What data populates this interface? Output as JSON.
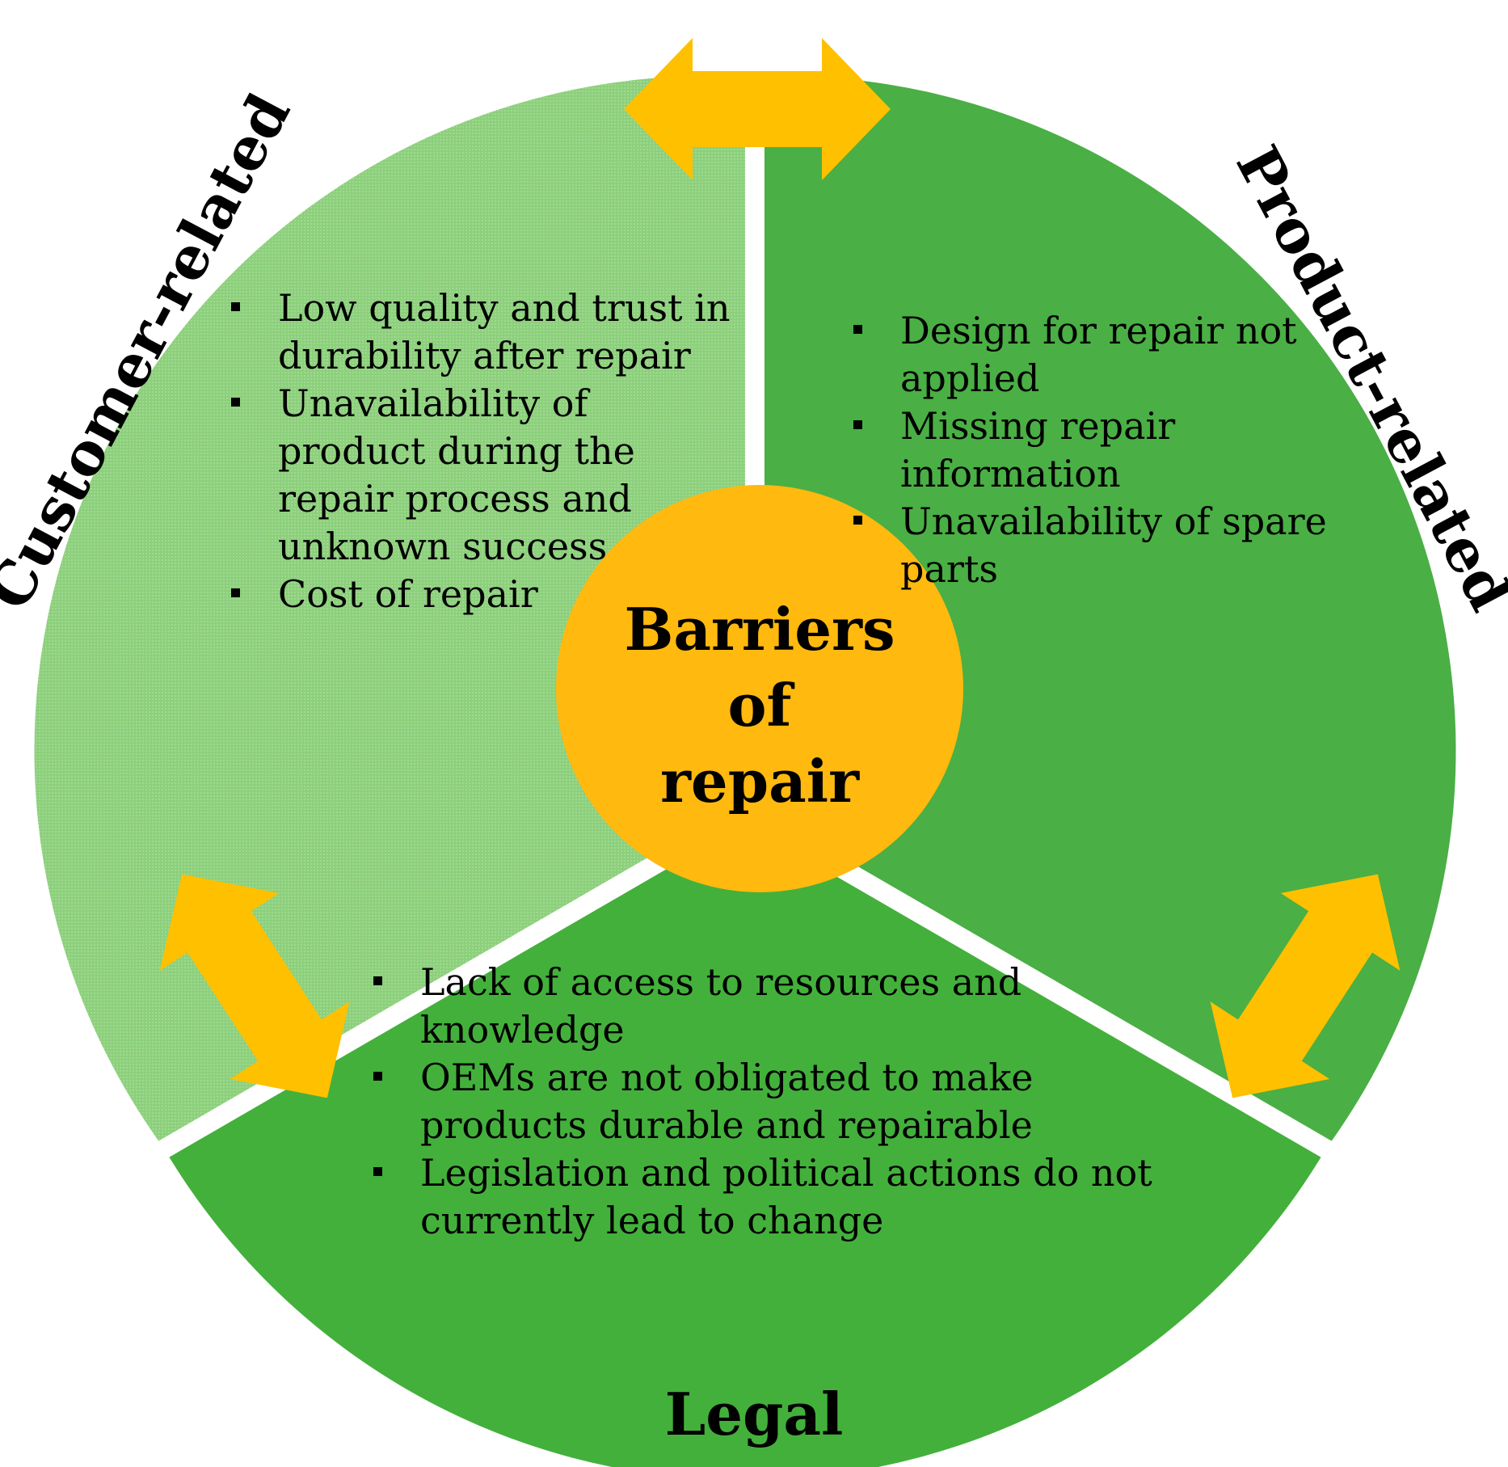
{
  "diagram": {
    "center": {
      "title_lines": [
        "Barriers",
        "of",
        "repair"
      ]
    },
    "segments": {
      "customer": {
        "label": "Customer-related",
        "fill": "#8cd07b",
        "bullets": [
          "Low quality and trust in durability after repair",
          "Unavailability of product during the repair process and unknown success",
          "Cost of repair"
        ]
      },
      "product": {
        "label": "Product-related",
        "fill": "#4aaf44",
        "bullets": [
          "Design for repair not applied",
          "Missing repair information",
          "Unavailability of spare parts"
        ]
      },
      "legal": {
        "label": "Legal",
        "fill": "#43b03b",
        "bullets": [
          "Lack of access to resources and knowledge",
          "OEMs are not obligated to make products durable and repairable",
          "Legislation and political actions do not currently lead to change"
        ]
      }
    },
    "colors": {
      "center": "#ffb90f",
      "arrow": "#ffc000",
      "gap": "#ffffff"
    },
    "arrows": [
      "customer-product-arrow",
      "customer-legal-arrow",
      "product-legal-arrow"
    ]
  }
}
